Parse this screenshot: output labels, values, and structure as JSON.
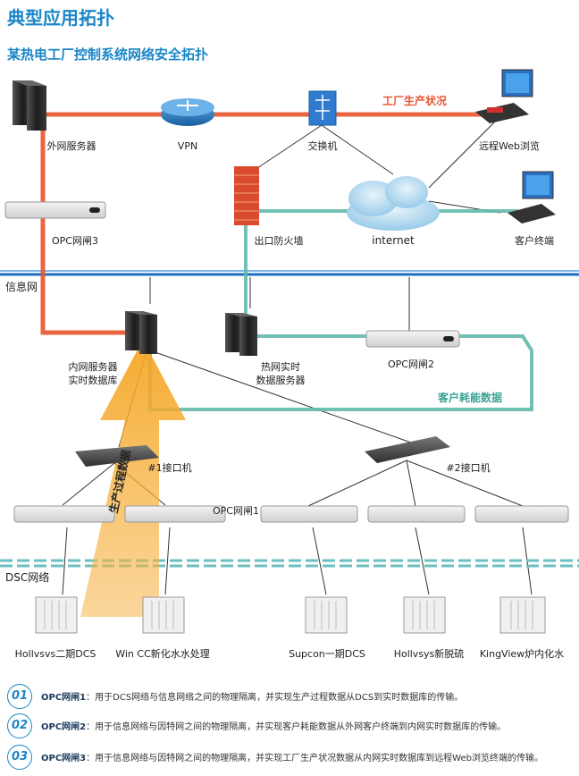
{
  "title": "典型应用拓扑",
  "subtitle": "某热电工厂控制系统网络安全拓扑",
  "zones": {
    "info_net": "信息网",
    "dsc_net": "DSC网络"
  },
  "nodes": {
    "ext_server": "外网服务器",
    "vpn": "VPN",
    "switch": "交换机",
    "remote_web": "远程Web浏览",
    "opc3": "OPC网闸3",
    "firewall": "出口防火墙",
    "internet": "internet",
    "client": "客户终端",
    "int_server_l1": "内网服务器",
    "int_server_l2": "实时数据库",
    "hot_server_l1": "热网实时",
    "hot_server_l2": "数据服务器",
    "opc2": "OPC网闸2",
    "if1": "#1接口机",
    "if2": "#2接口机",
    "opc1": "OPC网闸1",
    "dcs1": "Hollvsvs二期DCS",
    "dcs2": "Win CC新化水水处理",
    "dcs3": "Supcon一期DCS",
    "dcs4": "Hollvsys新脱硫",
    "dcs5": "KingView炉内化水"
  },
  "streams": {
    "factory_status": "工厂生产状况",
    "client_energy": "客户耗能数据",
    "process_data": "生产过程数据"
  },
  "colors": {
    "red": "#e8542e",
    "teal": "#63b8ac",
    "orange": "#f5a623",
    "blue": "#1a86c8",
    "net": "#3a8ed6"
  },
  "notes": [
    {
      "num": "01",
      "head": "OPC网闸1",
      "text": "：用于DCS网络与信息网络之间的物理隔离，并实现生产过程数据从DCS到实时数据库的传输。"
    },
    {
      "num": "02",
      "head": "OPC网闸2",
      "text": "：用于信息网络与因特网之间的物理隔离，并实现客户耗能数据从外网客户终端到内网实时数据库的传输。"
    },
    {
      "num": "03",
      "head": "OPC网闸3",
      "text": "：用于信息网络与因特网之间的物理隔离，并实现工厂生产状况数据从内网实时数据库到远程Web浏览终端的传输。"
    }
  ]
}
